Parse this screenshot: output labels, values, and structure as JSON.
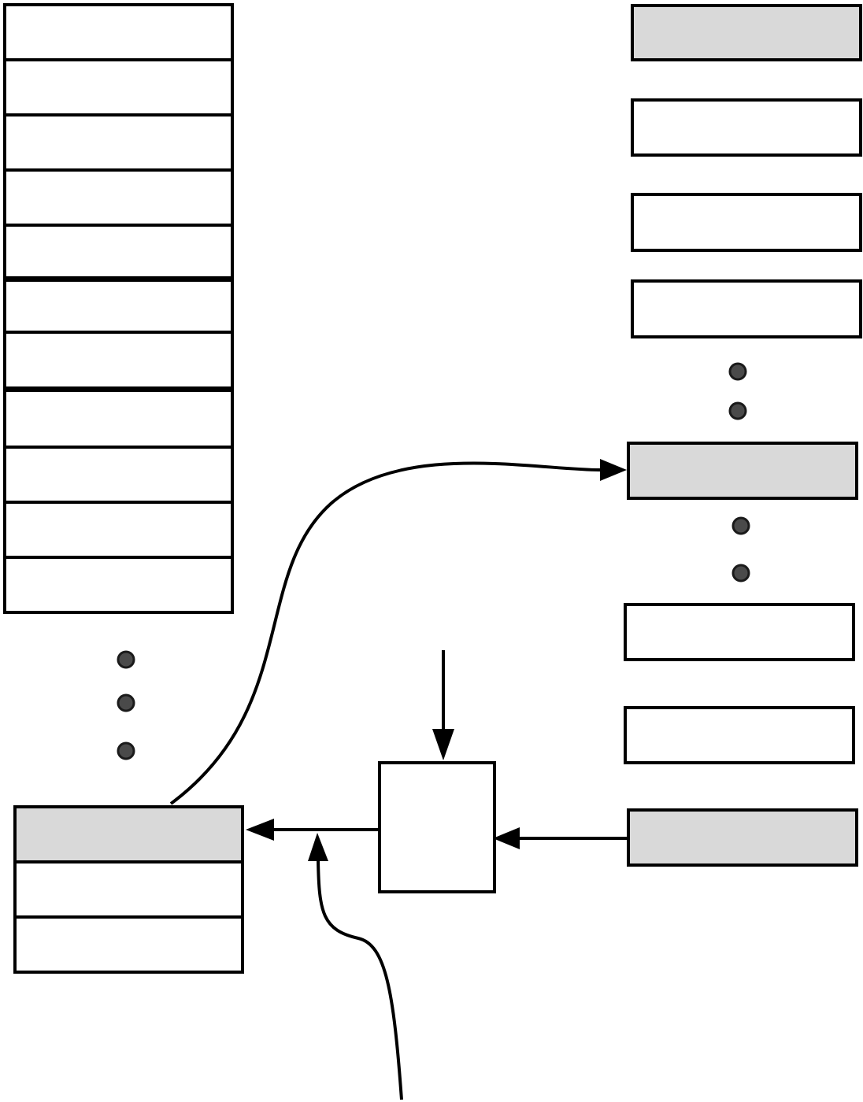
{
  "colors": {
    "stroke": "#000000",
    "background": "#ffffff",
    "highlight_fill": "#d9d9d9",
    "dot_fill": "#4a4a4a"
  },
  "left_table": {
    "cell_count": 11,
    "continuation": "ellipsis-dots"
  },
  "right_list": {
    "top_boxes": [
      {
        "highlighted": true
      },
      {
        "highlighted": false
      },
      {
        "highlighted": false
      },
      {
        "highlighted": false
      }
    ],
    "middle_box": {
      "highlighted": true
    },
    "bottom_boxes": [
      {
        "highlighted": false
      },
      {
        "highlighted": false
      },
      {
        "highlighted": true
      }
    ],
    "continuation": "ellipsis-dots"
  },
  "bottom_table": {
    "rows": [
      {
        "highlighted": true
      },
      {
        "highlighted": false
      },
      {
        "highlighted": false
      }
    ]
  },
  "center_node": {
    "highlighted": false
  },
  "connections": [
    {
      "from": "bottom-table-top-row",
      "to": "right-middle-box",
      "shape": "curve"
    },
    {
      "from": "center-node",
      "to": "bottom-table",
      "shape": "straight"
    },
    {
      "from": "right-bottom-highlight-box",
      "to": "center-node",
      "shape": "straight"
    },
    {
      "from": "external-top",
      "to": "center-node",
      "shape": "straight"
    },
    {
      "from": "external-bottom",
      "to": "bottom-table-input-line",
      "shape": "curve"
    }
  ]
}
